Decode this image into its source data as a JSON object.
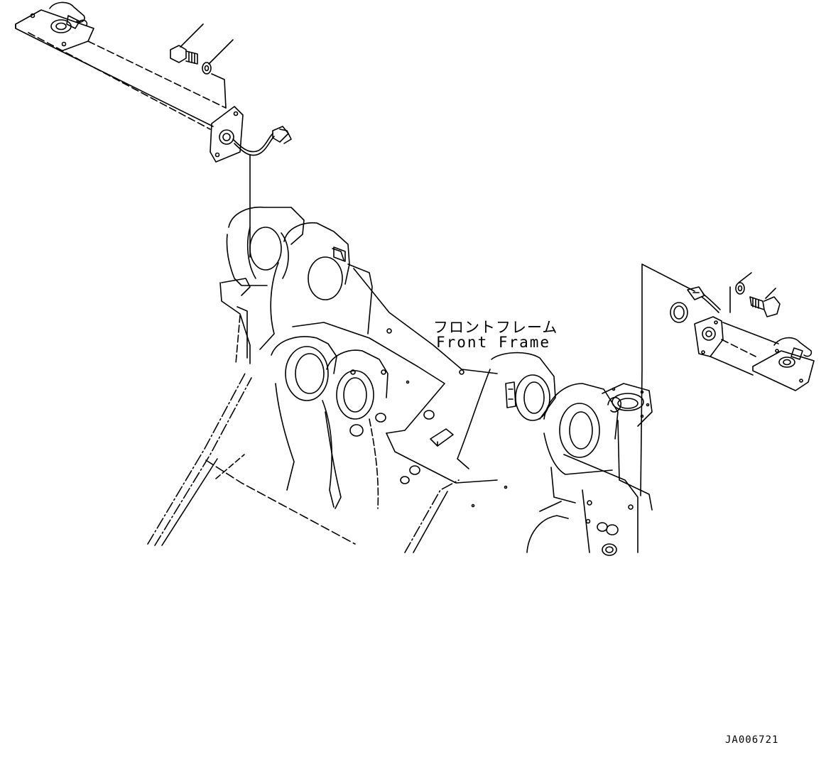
{
  "labels": {
    "part_name_jp": "フロントフレーム",
    "part_name_en": "Front Frame"
  },
  "drawing_id": "JA006721",
  "colors": {
    "line": "#000000",
    "background": "#ffffff"
  }
}
